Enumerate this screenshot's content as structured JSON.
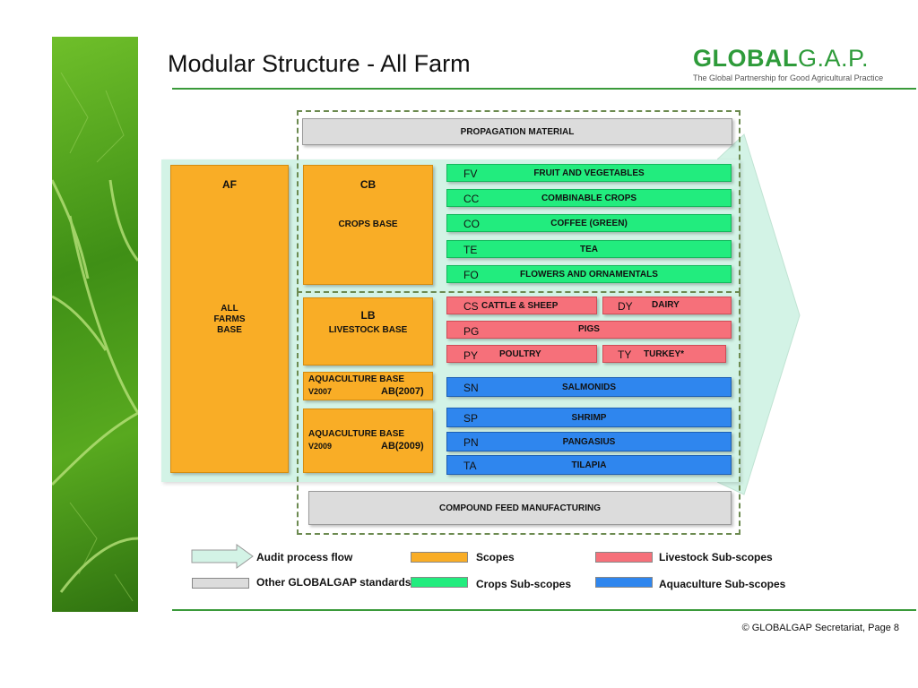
{
  "header": {
    "title": "Modular Structure - All Farm",
    "logo_main_bold": "GLOBAL",
    "logo_main_rest": "G.A.P.",
    "logo_tagline": "The Global Partnership for Good Agricultural Practice"
  },
  "footer": {
    "text": "© GLOBALGAP Secretariat, Page 8"
  },
  "diagram": {
    "propagation": "PROPAGATION MATERIAL",
    "compound_feed": "COMPOUND FEED MANUFACTURING",
    "af": {
      "code": "AF",
      "label_line1": "ALL",
      "label_line2": "FARMS",
      "label_line3": "BASE"
    },
    "cb": {
      "code": "CB",
      "label": "CROPS BASE"
    },
    "lb": {
      "code": "LB",
      "label": "LIVESTOCK BASE"
    },
    "ab2007": {
      "line1": "AQUACULTURE BASE",
      "version": "V2007",
      "code": "AB(2007)"
    },
    "ab2009": {
      "line1": "AQUACULTURE BASE",
      "version": "V2009",
      "code": "AB(2009)"
    },
    "crops": [
      {
        "code": "FV",
        "label": "FRUIT AND VEGETABLES"
      },
      {
        "code": "CC",
        "label": "COMBINABLE CROPS"
      },
      {
        "code": "CO",
        "label": "COFFEE (GREEN)"
      },
      {
        "code": "TE",
        "label": "TEA"
      },
      {
        "code": "FO",
        "label": "FLOWERS AND ORNAMENTALS"
      }
    ],
    "livestock": {
      "cs": {
        "code": "CS",
        "label": "CATTLE & SHEEP"
      },
      "dy": {
        "code": "DY",
        "label": "DAIRY"
      },
      "pg": {
        "code": "PG",
        "label": "PIGS"
      },
      "py": {
        "code": "PY",
        "label": "POULTRY"
      },
      "ty": {
        "code": "TY",
        "label": "TURKEY*"
      }
    },
    "aqua": [
      {
        "code": "SN",
        "label": "SALMONIDS"
      },
      {
        "code": "SP",
        "label": "SHRIMP"
      },
      {
        "code": "PN",
        "label": "PANGASIUS"
      },
      {
        "code": "TA",
        "label": "TILAPIA"
      }
    ]
  },
  "legend": {
    "audit": "Audit process flow",
    "other": "Other GLOBALGAP standards",
    "scopes": "Scopes",
    "crops_sub": "Crops Sub-scopes",
    "livestock_sub": "Livestock Sub-scopes",
    "aqua_sub": "Aquaculture Sub-scopes"
  },
  "colors": {
    "scopes": "#f9ad26",
    "crops": "#22ec7e",
    "livestock": "#f6707a",
    "aquaculture": "#2f86ee",
    "other": "#dcdcdc",
    "audit_flow": "#d3f3e6",
    "brand": "#2e9b3a"
  }
}
